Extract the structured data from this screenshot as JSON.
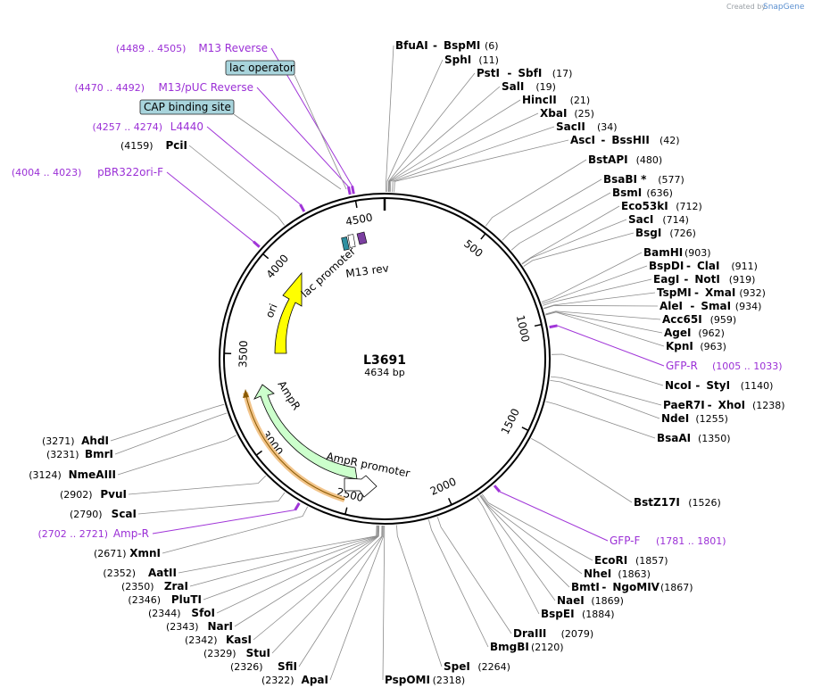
{
  "branding": {
    "created_by": "Created by",
    "product": "SnapGene"
  },
  "plasmid": {
    "name": "L3691",
    "size_label": "4634 bp",
    "length": 4634
  },
  "ticks": [
    {
      "pos": 500,
      "label": "500"
    },
    {
      "pos": 1000,
      "label": "1000"
    },
    {
      "pos": 1500,
      "label": "1500"
    },
    {
      "pos": 2000,
      "label": "2000"
    },
    {
      "pos": 2500,
      "label": "2500"
    },
    {
      "pos": 3000,
      "label": "3000"
    },
    {
      "pos": 3500,
      "label": "3500"
    },
    {
      "pos": 4000,
      "label": "4000"
    },
    {
      "pos": 4500,
      "label": "4500"
    }
  ],
  "enzymes_right": [
    {
      "name": "BfuAI",
      "pos": 6,
      "pos_label": "(6)"
    },
    {
      "name": "BspMI",
      "pos": 6,
      "pos_label": ""
    },
    {
      "name": "SphI",
      "pos": 11,
      "pos_label": "(11)"
    },
    {
      "name": "PstI",
      "pos": 17,
      "pos_label": "(17)"
    },
    {
      "name": "SbfI",
      "pos": 17,
      "pos_label": ""
    },
    {
      "name": "SalI",
      "pos": 19,
      "pos_label": "(19)"
    },
    {
      "name": "HincII",
      "pos": 21,
      "pos_label": "(21)"
    },
    {
      "name": "XbaI",
      "pos": 25,
      "pos_label": "(25)"
    },
    {
      "name": "SacII",
      "pos": 34,
      "pos_label": "(34)"
    },
    {
      "name": "AscI",
      "pos": 42,
      "pos_label": "(42)"
    },
    {
      "name": "BssHII",
      "pos": 42,
      "pos_label": ""
    },
    {
      "name": "BstAPI",
      "pos": 480,
      "pos_label": "(480)"
    },
    {
      "name": "BsaBI *",
      "pos": 577,
      "pos_label": "(577)"
    },
    {
      "name": "BsmI",
      "pos": 636,
      "pos_label": "(636)"
    },
    {
      "name": "Eco53kI",
      "pos": 712,
      "pos_label": "(712)"
    },
    {
      "name": "SacI",
      "pos": 714,
      "pos_label": "(714)"
    },
    {
      "name": "BsgI",
      "pos": 726,
      "pos_label": "(726)"
    },
    {
      "name": "BamHI",
      "pos": 903,
      "pos_label": "(903)"
    },
    {
      "name": "BspDI",
      "pos": 911,
      "pos_label": "(911)"
    },
    {
      "name": "ClaI",
      "pos": 911,
      "pos_label": ""
    },
    {
      "name": "EagI",
      "pos": 919,
      "pos_label": "(919)"
    },
    {
      "name": "NotI",
      "pos": 919,
      "pos_label": ""
    },
    {
      "name": "TspMI",
      "pos": 932,
      "pos_label": "(932)"
    },
    {
      "name": "XmaI",
      "pos": 932,
      "pos_label": ""
    },
    {
      "name": "AleI",
      "pos": 934,
      "pos_label": "(934)"
    },
    {
      "name": "SmaI",
      "pos": 934,
      "pos_label": ""
    },
    {
      "name": "Acc65I",
      "pos": 959,
      "pos_label": "(959)"
    },
    {
      "name": "AgeI",
      "pos": 962,
      "pos_label": "(962)"
    },
    {
      "name": "KpnI",
      "pos": 963,
      "pos_label": "(963)"
    },
    {
      "name": "NcoI",
      "pos": 1140,
      "pos_label": "(1140)"
    },
    {
      "name": "StyI",
      "pos": 1140,
      "pos_label": ""
    },
    {
      "name": "PaeR7I",
      "pos": 1238,
      "pos_label": "(1238)"
    },
    {
      "name": "XhoI",
      "pos": 1238,
      "pos_label": ""
    },
    {
      "name": "NdeI",
      "pos": 1255,
      "pos_label": "(1255)"
    },
    {
      "name": "BsaAI",
      "pos": 1350,
      "pos_label": "(1350)"
    },
    {
      "name": "BstZ17I",
      "pos": 1526,
      "pos_label": "(1526)"
    },
    {
      "name": "EcoRI",
      "pos": 1857,
      "pos_label": "(1857)"
    },
    {
      "name": "NheI",
      "pos": 1863,
      "pos_label": "(1863)"
    },
    {
      "name": "BmtI",
      "pos": 1867,
      "pos_label": "(1867)"
    },
    {
      "name": "NgoMIV",
      "pos": 1867,
      "pos_label": ""
    },
    {
      "name": "NaeI",
      "pos": 1869,
      "pos_label": "(1869)"
    },
    {
      "name": "BspEI",
      "pos": 1884,
      "pos_label": "(1884)"
    },
    {
      "name": "DraIII",
      "pos": 2079,
      "pos_label": "(2079)"
    },
    {
      "name": "BmgBI",
      "pos": 2120,
      "pos_label": "(2120)"
    },
    {
      "name": "SpeI",
      "pos": 2264,
      "pos_label": "(2264)"
    },
    {
      "name": "PspOMI",
      "pos": 2318,
      "pos_label": "(2318)"
    }
  ],
  "enzymes_left": [
    {
      "name": "ApaI",
      "pos": 2322,
      "pos_label": "(2322)"
    },
    {
      "name": "SfiI",
      "pos": 2326,
      "pos_label": "(2326)"
    },
    {
      "name": "StuI",
      "pos": 2329,
      "pos_label": "(2329)"
    },
    {
      "name": "KasI",
      "pos": 2342,
      "pos_label": "(2342)"
    },
    {
      "name": "NarI",
      "pos": 2343,
      "pos_label": "(2343)"
    },
    {
      "name": "SfoI",
      "pos": 2344,
      "pos_label": "(2344)"
    },
    {
      "name": "PluTI",
      "pos": 2346,
      "pos_label": "(2346)"
    },
    {
      "name": "ZraI",
      "pos": 2350,
      "pos_label": "(2350)"
    },
    {
      "name": "AatII",
      "pos": 2352,
      "pos_label": "(2352)"
    },
    {
      "name": "XmnI",
      "pos": 2671,
      "pos_label": "(2671)"
    },
    {
      "name": "ScaI",
      "pos": 2790,
      "pos_label": "(2790)"
    },
    {
      "name": "PvuI",
      "pos": 2902,
      "pos_label": "(2902)"
    },
    {
      "name": "NmeAIII",
      "pos": 3124,
      "pos_label": "(3124)"
    },
    {
      "name": "BmrI",
      "pos": 3231,
      "pos_label": "(3231)"
    },
    {
      "name": "AhdI",
      "pos": 3271,
      "pos_label": "(3271)"
    },
    {
      "name": "PciI",
      "pos": 4159,
      "pos_label": "(4159)"
    }
  ],
  "primers": [
    {
      "name": "M13 Reverse",
      "range": "(4489 .. 4505)",
      "pos": 4497
    },
    {
      "name": "M13/pUC Reverse",
      "range": "(4470 .. 4492)",
      "pos": 4481
    },
    {
      "name": "L4440",
      "range": "(4257 .. 4274)",
      "pos": 4265
    },
    {
      "name": "pBR322ori-F",
      "range": "(4004 .. 4023)",
      "pos": 4013
    },
    {
      "name": "GFP-R",
      "range": "(1005 .. 1033)",
      "pos": 1019
    },
    {
      "name": "GFP-F",
      "range": "(1781 .. 1801)",
      "pos": 1791
    },
    {
      "name": "Amp-R",
      "range": "(2702 .. 2721)",
      "pos": 2711
    }
  ],
  "boxed_features": [
    {
      "name": "lac operator"
    },
    {
      "name": "CAP binding site"
    }
  ],
  "features": [
    {
      "name": "ori",
      "color": "#ffff00"
    },
    {
      "name": "lac promoter",
      "color": "#ffffff"
    },
    {
      "name": "M13 rev",
      "color": "#7b3fa0"
    },
    {
      "name": "AmpR",
      "color": "#ccffcc"
    },
    {
      "name": "AmpR promoter",
      "color": "#ffffff"
    }
  ],
  "colors": {
    "primer": "#9b30d6",
    "box_fill": "#a8d4dc",
    "ampr_primer_band": "#f2c48a"
  }
}
